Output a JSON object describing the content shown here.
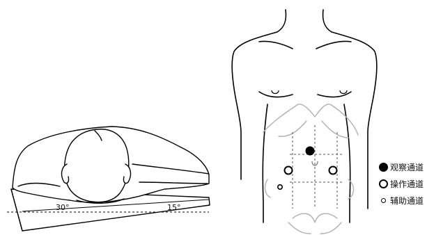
{
  "angles": {
    "left": "30°",
    "right": "15°"
  },
  "legend": [
    {
      "key": "observation",
      "label": "观察通道"
    },
    {
      "key": "operation",
      "label": "操作通道"
    },
    {
      "key": "auxiliary",
      "label": "辅助通道"
    }
  ],
  "colors": {
    "line": "#000000",
    "organ_outline": "#b0b0b0",
    "background": "#ffffff"
  }
}
